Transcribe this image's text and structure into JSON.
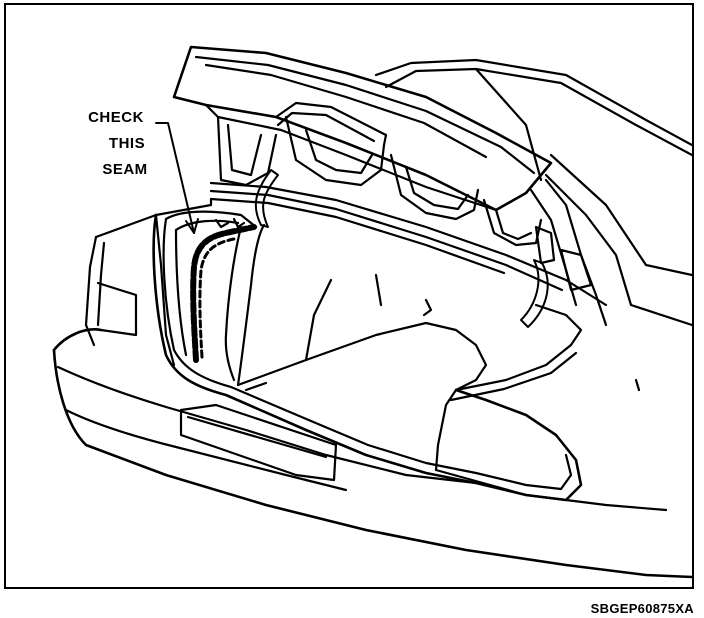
{
  "callout": {
    "line1": "CHECK",
    "line2": "THIS",
    "line3": "SEAM"
  },
  "figure_code": "SBGEP60875XA",
  "icons": {
    "illustration": "car-trunk-line-drawing",
    "seam_marker": "weld-seam-highlight"
  },
  "colors": {
    "ink": "#000000",
    "paper": "#ffffff"
  }
}
